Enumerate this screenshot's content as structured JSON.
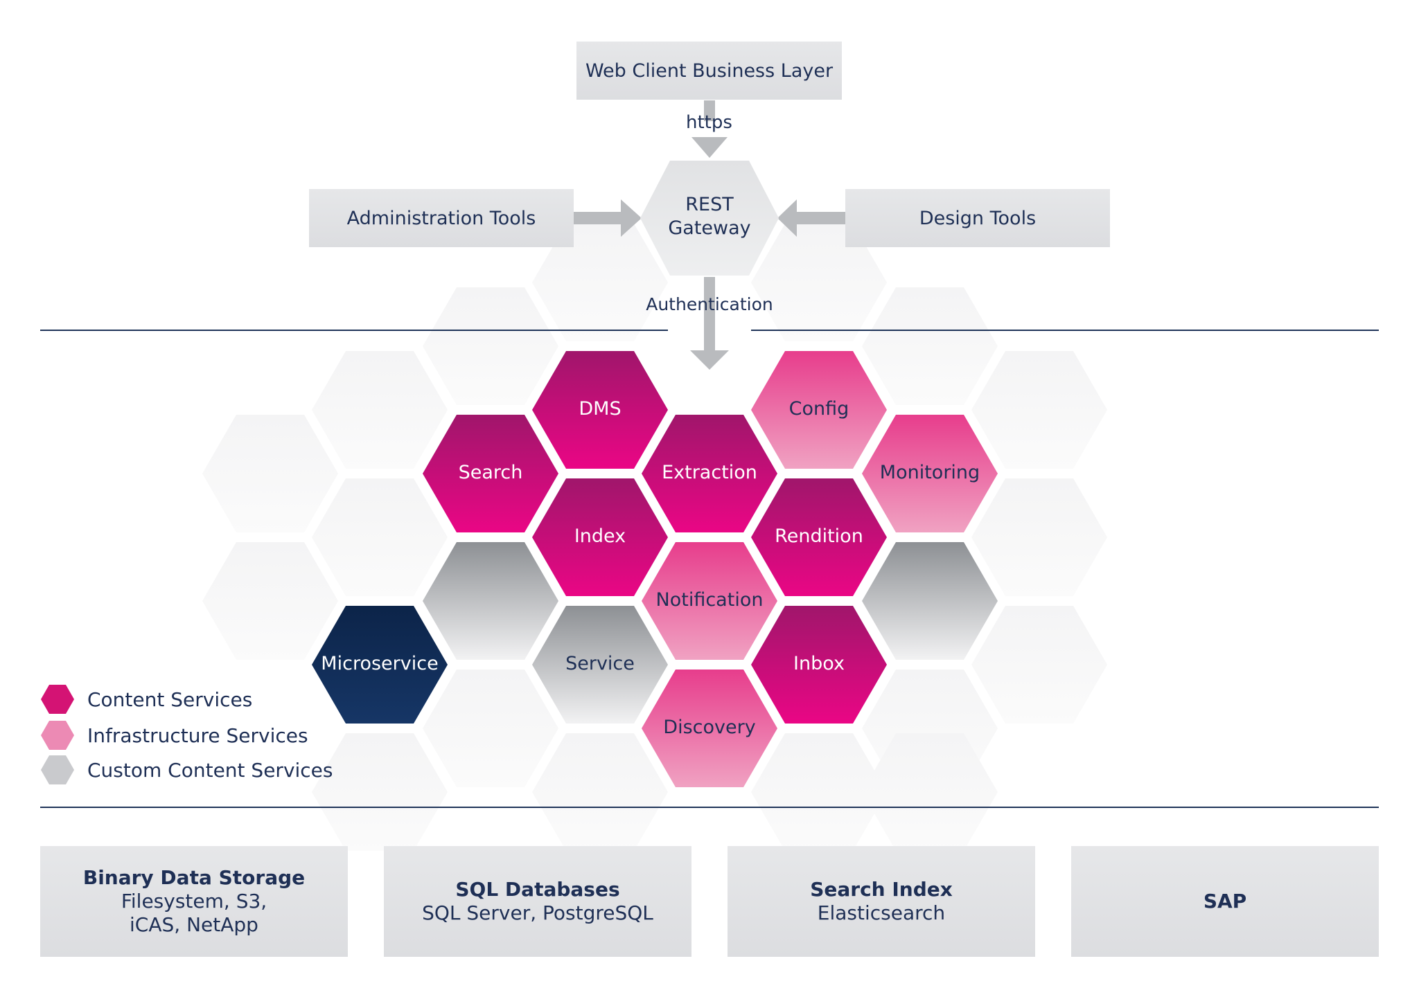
{
  "top": {
    "web_client": "Web Client Business Layer",
    "https": "https",
    "admin_tools": "Administration Tools",
    "design_tools": "Design Tools",
    "gateway_line1": "REST",
    "gateway_line2": "Gateway",
    "authentication": "Authentication"
  },
  "hexes": [
    {
      "label": "DMS",
      "type": "content"
    },
    {
      "label": "Config",
      "type": "infrastructure"
    },
    {
      "label": "Search",
      "type": "content"
    },
    {
      "label": "Extraction",
      "type": "content"
    },
    {
      "label": "Monitoring",
      "type": "infrastructure"
    },
    {
      "label": "Index",
      "type": "content"
    },
    {
      "label": "Rendition",
      "type": "content"
    },
    {
      "label": "Notification",
      "type": "infrastructure"
    },
    {
      "label": "Microservice",
      "type": "microservice"
    },
    {
      "label": "Service",
      "type": "custom"
    },
    {
      "label": "Inbox",
      "type": "content"
    },
    {
      "label": "Discovery",
      "type": "infrastructure"
    }
  ],
  "legend": [
    {
      "label": "Content Services",
      "color": "#d41374"
    },
    {
      "label": "Infrastructure Services",
      "color": "#ec8ab4"
    },
    {
      "label": "Custom Content Services",
      "color": "#c9cacd"
    }
  ],
  "bottom": [
    {
      "title": "Binary Data Storage",
      "line1": "Filesystem, S3,",
      "line2": "iCAS, NetApp"
    },
    {
      "title": "SQL Databases",
      "line1": "SQL Server, PostgreSQL",
      "line2": ""
    },
    {
      "title": "Search Index",
      "line1": "Elasticsearch",
      "line2": ""
    },
    {
      "title": "SAP",
      "line1": "",
      "line2": ""
    }
  ],
  "colors": {
    "content": "#d41374",
    "infrastructure": "#e9579a",
    "custom": "#9c9ea2",
    "microservice": "#0f2a55",
    "navy": "#1e2f55"
  }
}
